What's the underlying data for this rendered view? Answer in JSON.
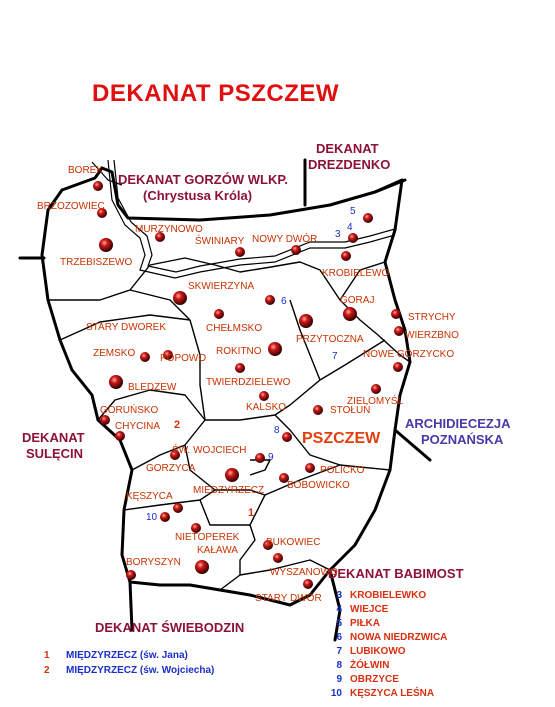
{
  "title": "DEKANAT  PSZCZEW",
  "neighbours": {
    "gorzow_line1": "DEKANAT GORZÓW WLKP.",
    "gorzow_line2": "(Chrystusa Króla)",
    "drezdenko_line1": "DEKANAT",
    "drezdenko_line2": "DREZDENKO",
    "sulecin_line1": "DEKANAT",
    "sulecin_line2": "SULĘCIN",
    "poznan_line1": "ARCHIDIECEZJA",
    "poznan_line2": "POZNAŃSKA",
    "babimost": "DEKANAT BABIMOST",
    "swiebodzin": "DEKANAT ŚWIEBODZIN"
  },
  "city_label": "PSZCZEW",
  "parishes": {
    "borek": "BOREK",
    "brzozowiec": "BRZOZOWIEC",
    "trzebiszewo": "TRZEBISZEWO",
    "murzynowo": "MURZYNOWO",
    "swiniary": "ŚWINIARY",
    "nowy_dwor": "NOWY DWÓR",
    "skwierzyna": "SKWIERZYNA",
    "krobielewo": "KROBIELEWO",
    "goraj": "GORAJ",
    "strychy": "STRYCHY",
    "wierzbno": "WIERZBNO",
    "nowe_gorzycko": "NOWE GORZYCKO",
    "stary_dworek": "STARY DWOREK",
    "chelmsko": "CHEŁMSKO",
    "przytoczna": "PRZYTOCZNA",
    "zemsko": "ZEMSKO",
    "popowo": "POPOWO",
    "rokitno": "ROKITNO",
    "bledzew": "BLEDZEW",
    "twierdzielewo": "TWIERDZIELEWO",
    "kalsko": "KALSKO",
    "zielomysl": "ZIELOMYŚL",
    "stolun": "STOŁUŃ",
    "goruńsko": "GORUŃSKO",
    "chycina": "CHYCINA",
    "sw_wojciech": "ŚW. WOJCIECH",
    "gorzyca": "GORZYCA",
    "policko": "POLICKO",
    "bobowicko": "BOBOWICKO",
    "miedzyrzecz": "MIĘDZYRZECZ",
    "keszyca": "KĘSZYCA",
    "nietoperek": "NIETOPEREK",
    "kalawa": "KAŁAWA",
    "bukowiec": "BUKOWIEC",
    "boryszyn": "BORYSZYN",
    "wyszanowo": "WYSZANOWO",
    "stary_dwor": "STARY DWÓR"
  },
  "map_numbers": {
    "n1": "1",
    "n2": "2",
    "n3": "3",
    "n4": "4",
    "n5": "5",
    "n6": "6",
    "n7": "7",
    "n8": "8",
    "n9": "9",
    "n10": "10"
  },
  "legend_left": [
    {
      "num": "1",
      "text": "MIĘDZYRZECZ (św. Jana)"
    },
    {
      "num": "2",
      "text": "MIĘDZYRZECZ (św. Wojciecha)"
    }
  ],
  "legend_right": [
    {
      "num": "3",
      "text": "KROBIELEWKO"
    },
    {
      "num": "4",
      "text": "WIEJCE"
    },
    {
      "num": "5",
      "text": "PIŁKA"
    },
    {
      "num": "6",
      "text": "NOWA NIEDRZWICA"
    },
    {
      "num": "7",
      "text": "LUBIKOWO"
    },
    {
      "num": "8",
      "text": "ŻÓŁWIN"
    },
    {
      "num": "9",
      "text": "OBRZYCE"
    },
    {
      "num": "10",
      "text": "KĘSZYCA LEŚNA"
    }
  ],
  "colors": {
    "title": "#e01010",
    "deanery": "#8c1236",
    "archdiocese": "#4a38a8",
    "parish": "#c83200",
    "number": "#1a2fc8",
    "border": "#000000",
    "church_marker": "#c81010"
  }
}
